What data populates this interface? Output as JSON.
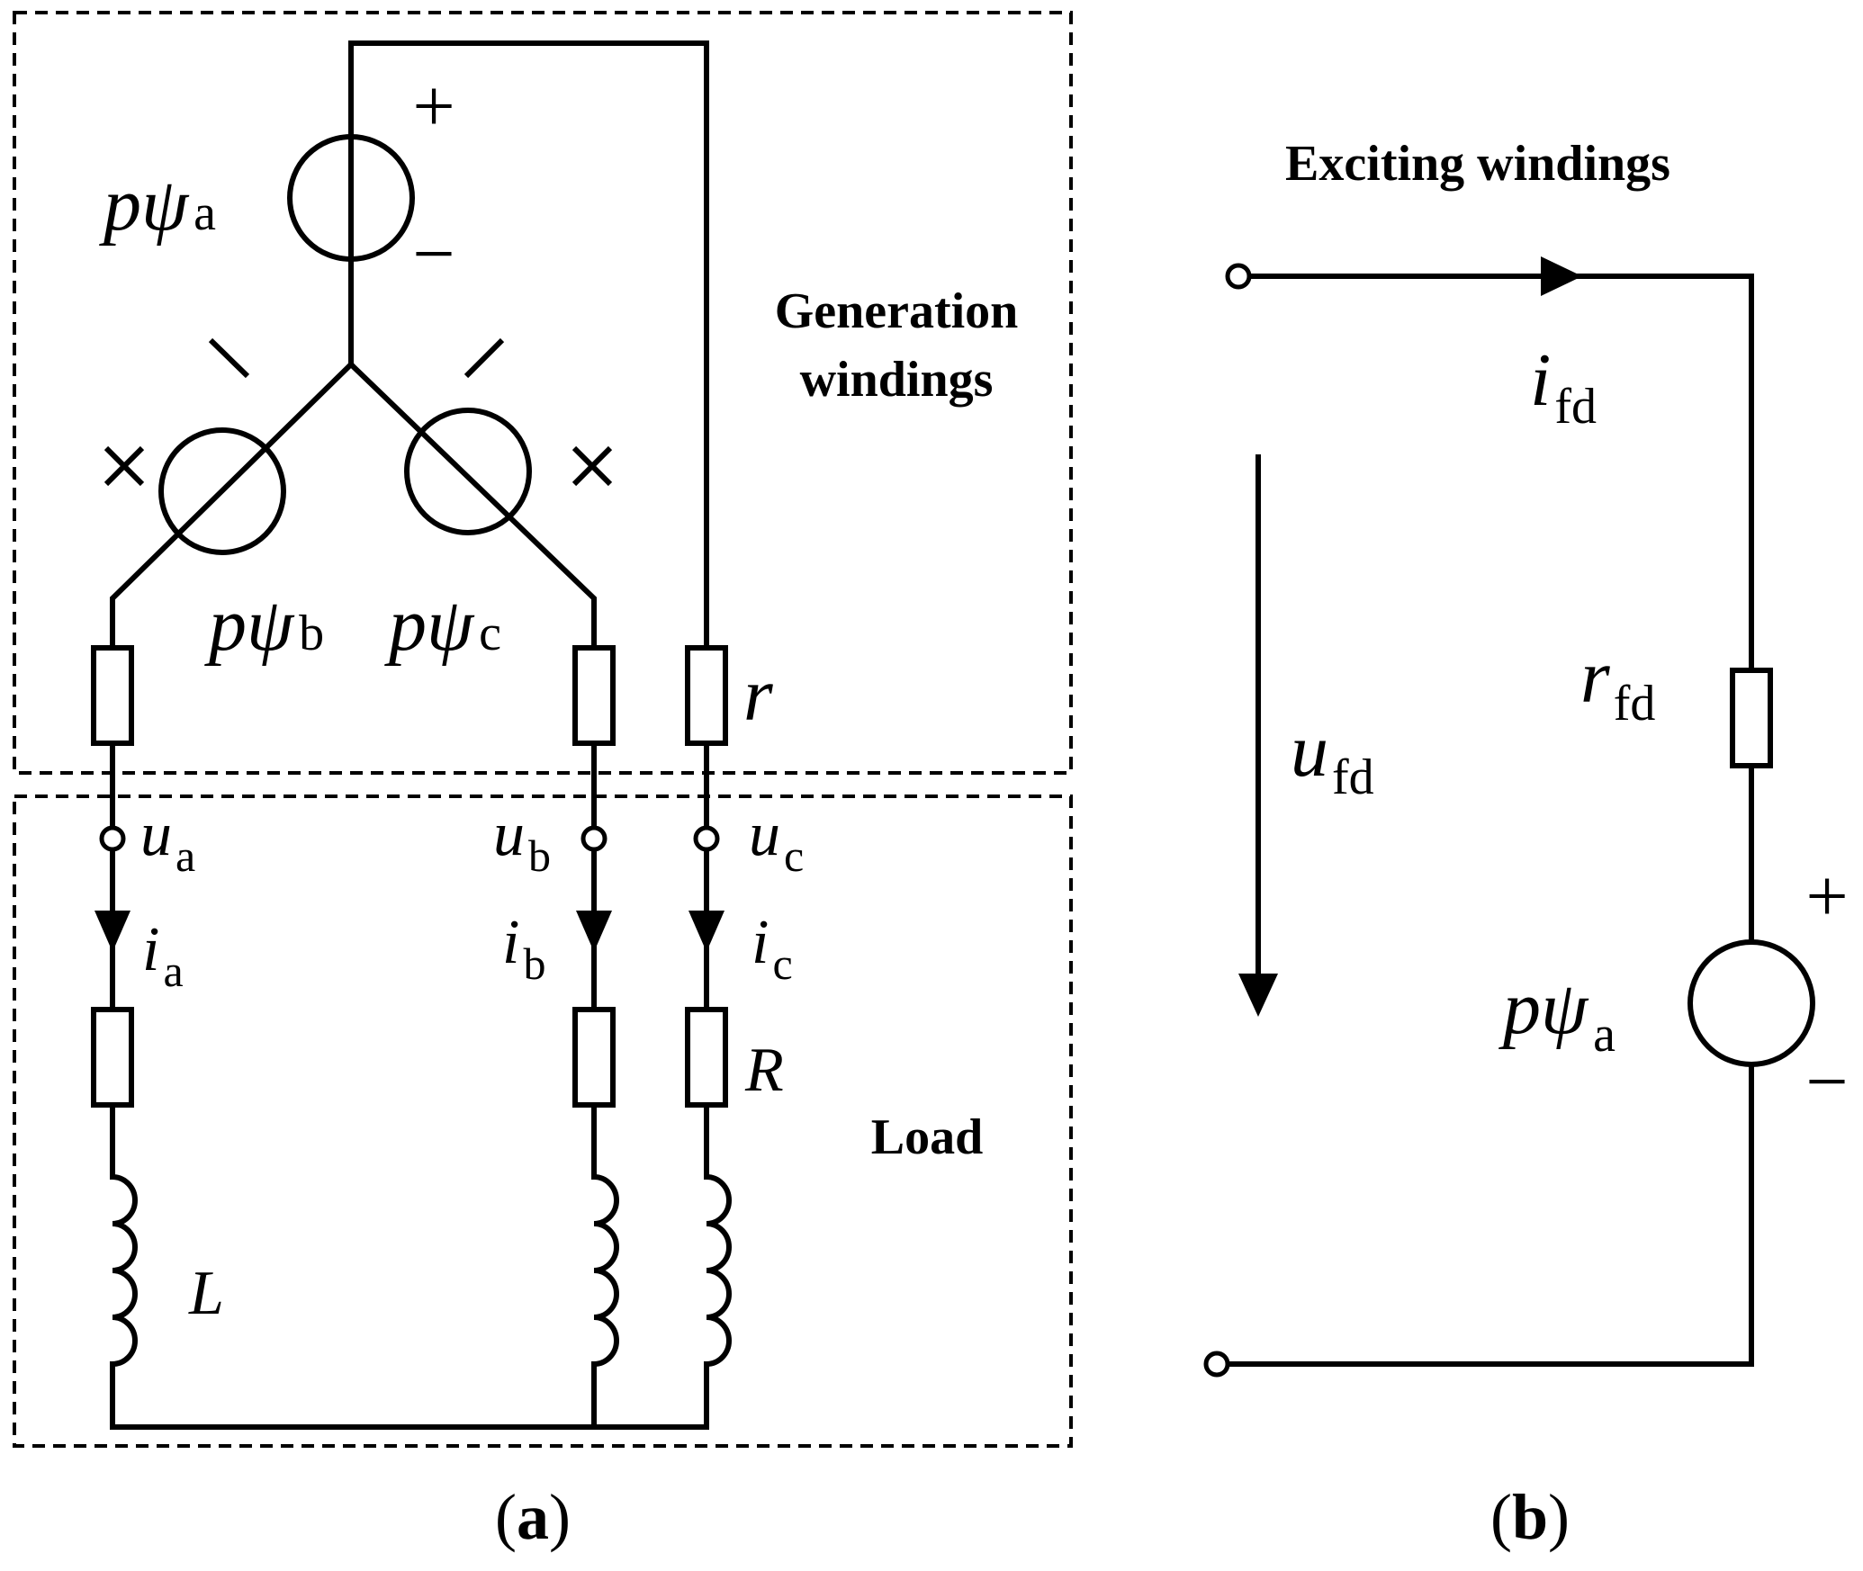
{
  "panel_a": {
    "regions": {
      "generation": {
        "line1": "Generation",
        "line2": "windings"
      },
      "load": "Load"
    },
    "sources": {
      "a": {
        "main": "pψ",
        "sub": "a"
      },
      "b": {
        "main": "pψ",
        "sub": "b"
      },
      "c": {
        "main": "pψ",
        "sub": "c"
      }
    },
    "polarity": {
      "plus": "+",
      "minus": "−",
      "cross": "×",
      "dash": "/"
    },
    "resistor_r": "r",
    "terminals": {
      "a": {
        "main": "u",
        "sub": "a"
      },
      "b": {
        "main": "u",
        "sub": "b"
      },
      "c": {
        "main": "u",
        "sub": "c"
      }
    },
    "currents": {
      "a": {
        "main": "i",
        "sub": "a"
      },
      "b": {
        "main": "i",
        "sub": "b"
      },
      "c": {
        "main": "i",
        "sub": "c"
      }
    },
    "load_R": "R",
    "load_L": "L",
    "caption": {
      "open": "(",
      "letter": "a",
      "close": ")"
    }
  },
  "panel_b": {
    "title": "Exciting windings",
    "current": {
      "main": "i",
      "sub": "fd"
    },
    "voltage": {
      "main": "u",
      "sub": "fd"
    },
    "resistor": {
      "main": "r",
      "sub": "fd"
    },
    "source": {
      "main": "pψ",
      "sub": "a"
    },
    "polarity": {
      "plus": "+",
      "minus": "−"
    },
    "caption": {
      "open": "(",
      "letter": "b",
      "close": ")"
    }
  }
}
